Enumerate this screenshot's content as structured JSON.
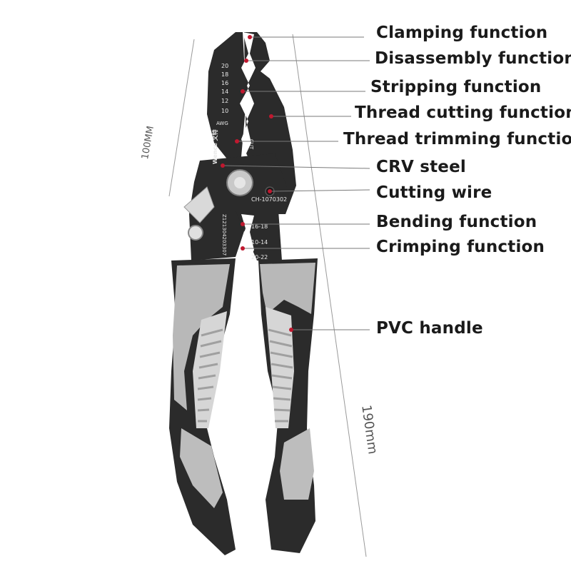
{
  "labels": [
    {
      "id": "clamping",
      "text": "Clamping function"
    },
    {
      "id": "disassembly",
      "text": "Disassembly function"
    },
    {
      "id": "stripping",
      "text": "Stripping function"
    },
    {
      "id": "thread-cutting",
      "text": "Thread cutting function"
    },
    {
      "id": "thread-trimming",
      "text": "Thread trimming function"
    },
    {
      "id": "crv",
      "text": "CRV steel"
    },
    {
      "id": "cutting-wire",
      "text": "Cutting wire"
    },
    {
      "id": "bending",
      "text": "Bending function"
    },
    {
      "id": "crimping",
      "text": "Crimping function"
    },
    {
      "id": "pvc",
      "text": "PVC handle"
    }
  ],
  "dimensions": {
    "width": "100MM",
    "length": "190mm"
  },
  "tool_markings": {
    "awg_sizes": [
      "20",
      "18",
      "16",
      "14",
      "12",
      "10"
    ],
    "awg_label": "AWG",
    "cut_label": "CUT",
    "brand": "Wence 文特",
    "model": "CH-1070302",
    "serial": "Z121304203307",
    "crimp_sizes": [
      "16-18",
      "10-14",
      "20-22"
    ]
  },
  "colors": {
    "dark": "#2a2a2a",
    "accent": "#c0182f",
    "grey": "#b5b5b5",
    "line": "#7a7a7a"
  }
}
